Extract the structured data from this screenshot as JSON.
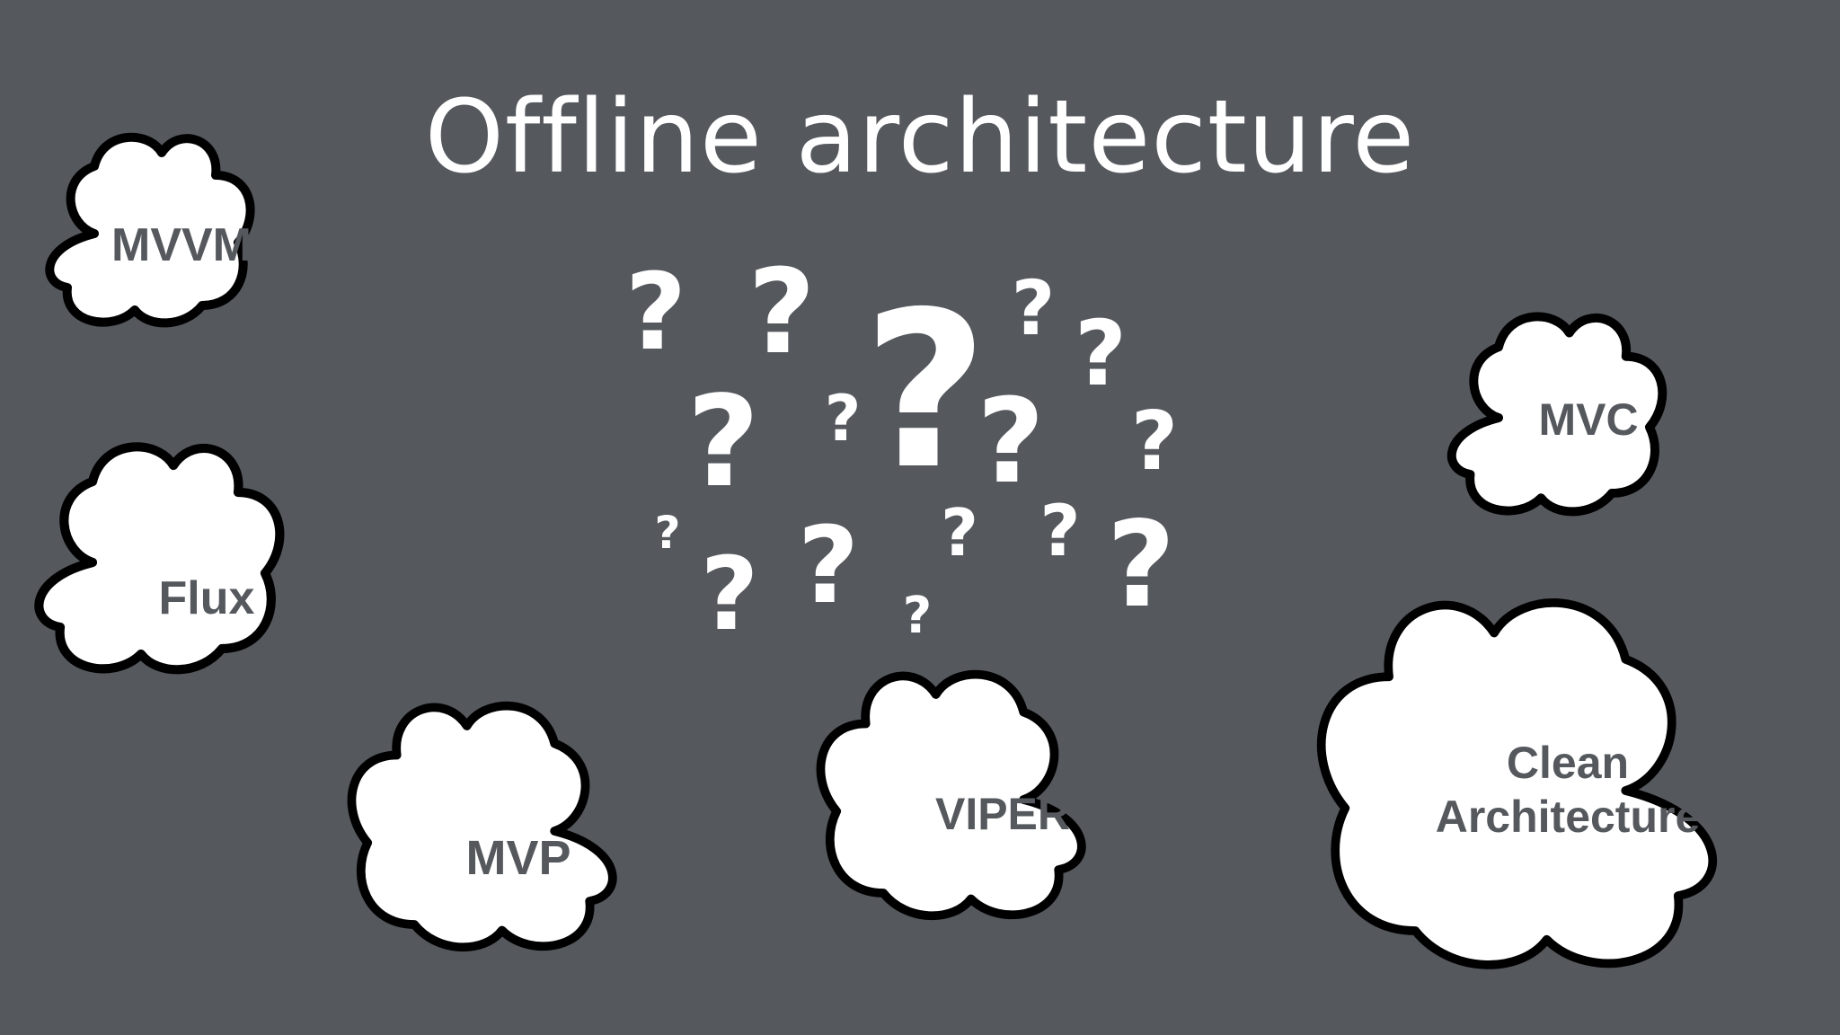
{
  "title": "Offline architecture",
  "clouds": {
    "mvvm": "MVVM",
    "flux": "Flux",
    "mvp": "MVP",
    "viper": "VIPER",
    "mvc": "MVC",
    "clean_line1": "Clean",
    "clean_line2": "Architecture"
  },
  "question_mark": "?",
  "colors": {
    "background": "#55595e",
    "cloud_fill": "#ffffff",
    "cloud_outline": "#000000",
    "label": "#55595e",
    "title": "#ffffff"
  }
}
